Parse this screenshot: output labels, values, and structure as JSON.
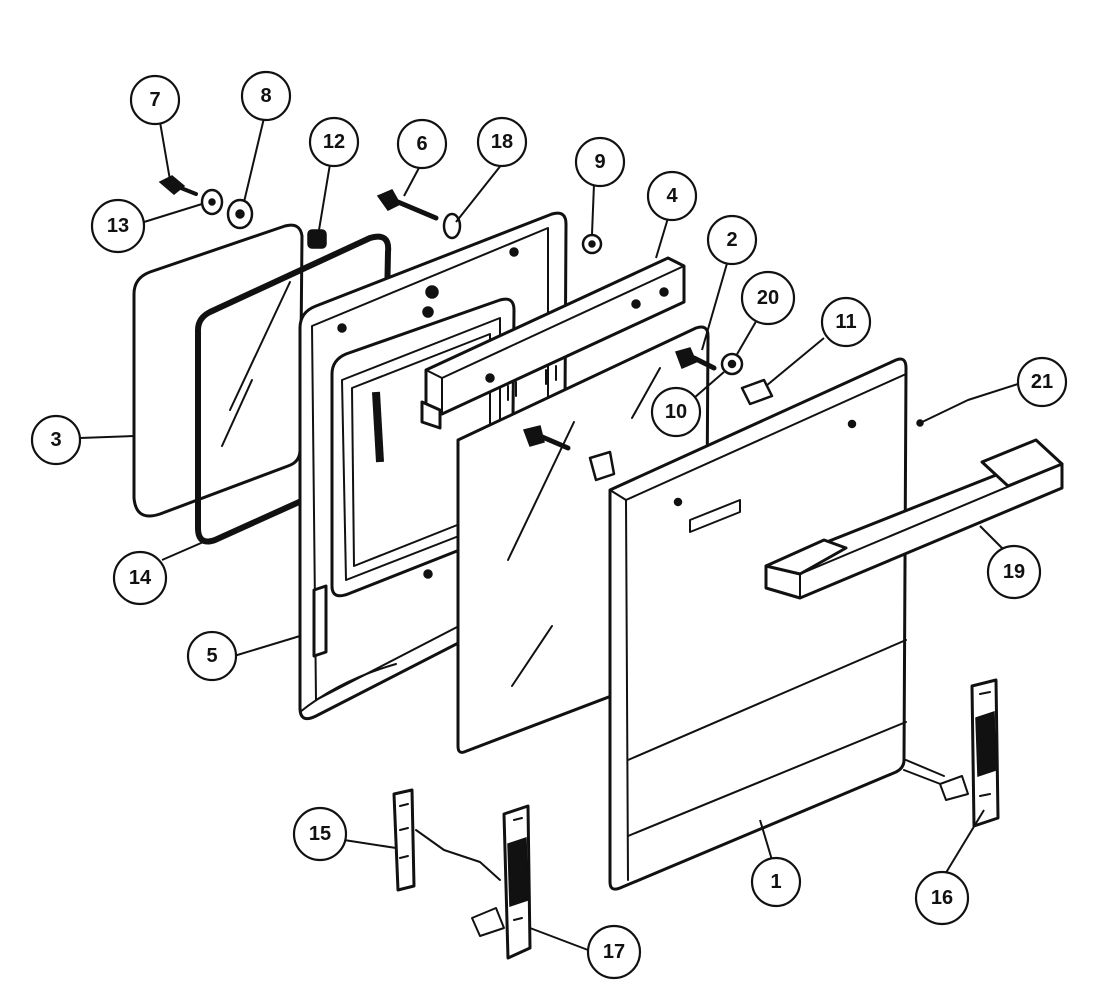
{
  "diagram": {
    "type": "exploded-parts-view",
    "callouts": [
      {
        "key": "c1",
        "label": "1"
      },
      {
        "key": "c2",
        "label": "2"
      },
      {
        "key": "c3",
        "label": "3"
      },
      {
        "key": "c4",
        "label": "4"
      },
      {
        "key": "c5",
        "label": "5"
      },
      {
        "key": "c6",
        "label": "6"
      },
      {
        "key": "c7",
        "label": "7"
      },
      {
        "key": "c8",
        "label": "8"
      },
      {
        "key": "c9",
        "label": "9"
      },
      {
        "key": "c10",
        "label": "10"
      },
      {
        "key": "c11",
        "label": "11"
      },
      {
        "key": "c12",
        "label": "12"
      },
      {
        "key": "c13",
        "label": "13"
      },
      {
        "key": "c14",
        "label": "14"
      },
      {
        "key": "c15",
        "label": "15"
      },
      {
        "key": "c16",
        "label": "16"
      },
      {
        "key": "c17",
        "label": "17"
      },
      {
        "key": "c18",
        "label": "18"
      },
      {
        "key": "c19",
        "label": "19"
      },
      {
        "key": "c20",
        "label": "20"
      },
      {
        "key": "c21",
        "label": "21"
      }
    ]
  }
}
